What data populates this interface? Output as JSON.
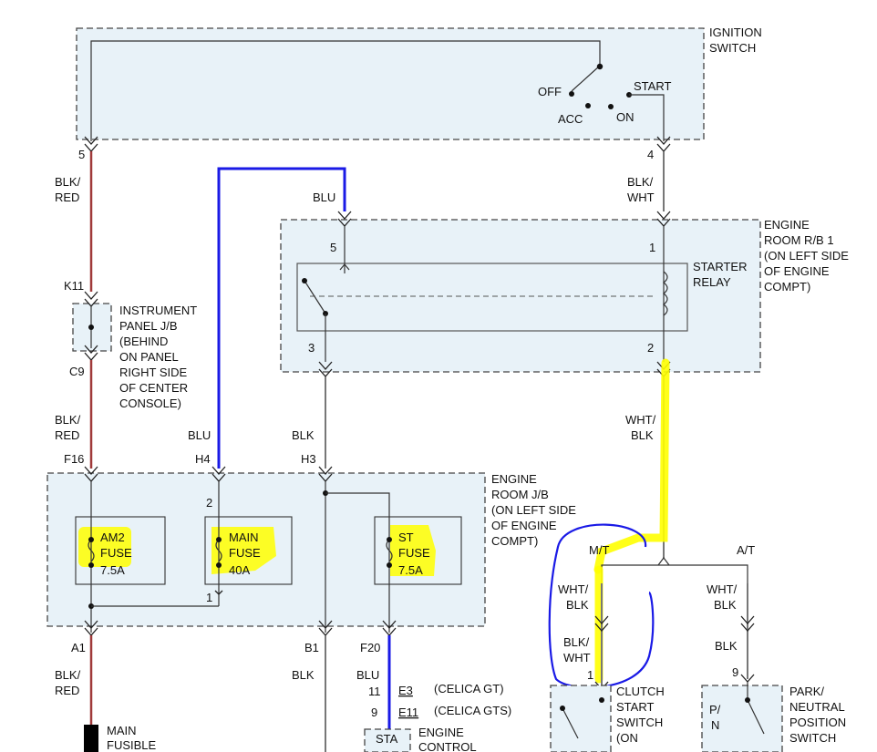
{
  "ignition_switch": {
    "name_l1": "IGNITION",
    "name_l2": "SWITCH",
    "positions": {
      "off": "OFF",
      "acc": "ACC",
      "on": "ON",
      "start": "START"
    },
    "pin_left": "5",
    "pin_right": "4"
  },
  "wires": {
    "blk_red_l1": "BLK/",
    "blk_red_l2": "RED",
    "blu": "BLU",
    "blk_wht_l1": "BLK/",
    "blk_wht_l2": "WHT",
    "blk_red2_l1": "BLK/",
    "blk_red2_l2": "RED",
    "blu2": "BLU",
    "blk": "BLK",
    "wht_blk_l1": "WHT/",
    "wht_blk_l2": "BLK",
    "blk_red3_l1": "BLK/",
    "blk_red3_l2": "RED",
    "blk_bottom": "BLK",
    "blu_bottom": "BLU",
    "mt_wht_blk_l1": "WHT/",
    "mt_wht_blk_l2": "BLK",
    "mt_blk_wht_l1": "BLK/",
    "mt_blk_wht_l2": "WHT",
    "at_wht_blk_l1": "WHT/",
    "at_wht_blk_l2": "BLK",
    "at_blk": "BLK"
  },
  "engine_room_rb1": {
    "l1": "ENGINE",
    "l2": "ROOM R/B 1",
    "l3": "(ON LEFT SIDE",
    "l4": "OF ENGINE",
    "l5": "COMPT)",
    "pin5": "5",
    "pin1": "1",
    "pin3": "3",
    "pin2": "2"
  },
  "starter_relay": {
    "l1": "STARTER",
    "l2": "RELAY"
  },
  "instrument_panel_jb": {
    "l1": "INSTRUMENT",
    "l2": "PANEL J/B",
    "l3": "(BEHIND",
    "l4": "ON PANEL",
    "l5": "RIGHT SIDE",
    "l6": "OF CENTER",
    "l7": "CONSOLE)",
    "pin_top": "K11",
    "pin_bottom": "C9"
  },
  "engine_room_jb": {
    "l1": "ENGINE",
    "l2": "ROOM J/B",
    "l3": "(ON LEFT SIDE",
    "l4": "OF ENGINE",
    "l5": "COMPT)",
    "pin_f16": "F16",
    "pin_h4": "H4",
    "pin_h3": "H3",
    "pin_a1": "A1",
    "pin_b1": "B1",
    "pin_f20": "F20",
    "pin2": "2",
    "pin1": "1"
  },
  "fuses": {
    "am2": {
      "l1": "AM2",
      "l2": "FUSE",
      "l3": "7.5A"
    },
    "main": {
      "l1": "MAIN",
      "l2": "FUSE",
      "l3": "40A"
    },
    "st": {
      "l1": "ST",
      "l2": "FUSE",
      "l3": "7.5A"
    }
  },
  "branches": {
    "mt": "M/T",
    "at": "A/T"
  },
  "ecm_connector": {
    "pin11": "11",
    "pin9": "9",
    "e3": "E3",
    "e3_note": "(CELICA GT)",
    "e11": "E11",
    "e11_note": "(CELICA GTS)",
    "sta": "STA",
    "l1": "ENGINE",
    "l2": "CONTROL"
  },
  "main_fusible": {
    "l1": "MAIN",
    "l2": "FUSIBLE"
  },
  "clutch_switch": {
    "pin": "1",
    "l1": "CLUTCH",
    "l2": "START",
    "l3": "SWITCH",
    "l4": "(ON"
  },
  "pn_switch": {
    "pin": "9",
    "label": "P/",
    "label2": "N",
    "l1": "PARK/",
    "l2": "NEUTRAL",
    "l3": "POSITION",
    "l4": "SWITCH"
  }
}
